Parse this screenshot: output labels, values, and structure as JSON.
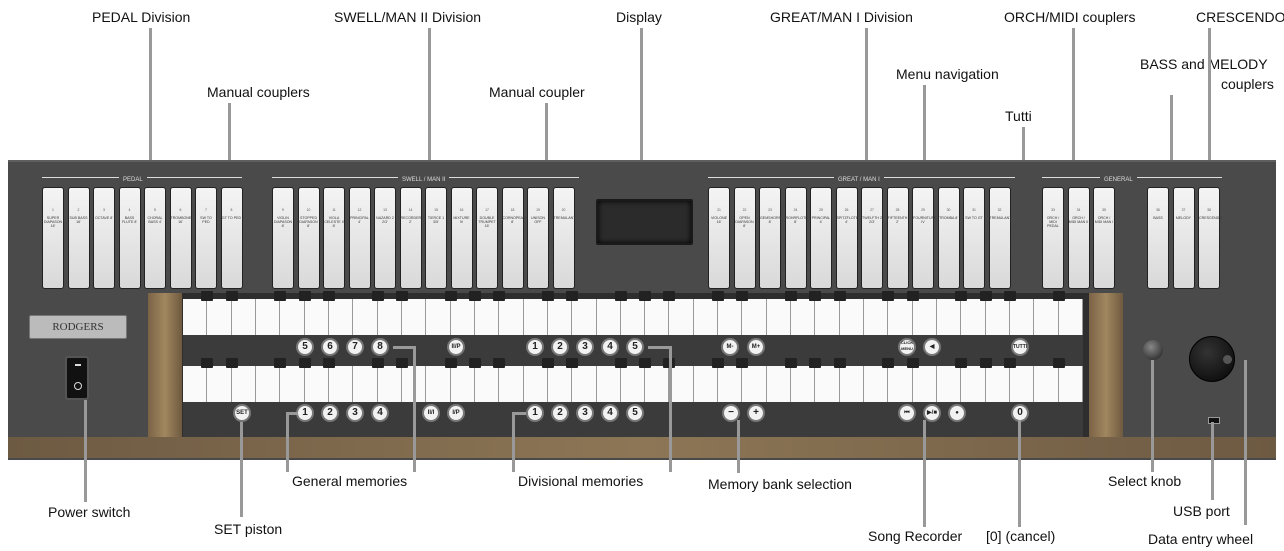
{
  "callouts": {
    "pedal_division": "PEDAL Division",
    "manual_couplers": "Manual couplers",
    "swell_division": "SWELL/MAN II Division",
    "manual_coupler": "Manual coupler",
    "display": "Display",
    "great_division": "GREAT/MAN I Division",
    "menu_navigation": "Menu navigation",
    "orch_midi": "ORCH/MIDI couplers",
    "bass_melody": "BASS and MELODY",
    "bass_melody_2": "couplers",
    "crescendo": "CRESCENDO",
    "tutti": "Tutti",
    "power_switch": "Power switch",
    "set_piston": "SET piston",
    "general_memories": "General memories",
    "divisional_memories": "Divisional memories",
    "memory_bank": "Memory bank selection",
    "song_recorder": "Song Recorder",
    "cancel": "[0] (cancel)",
    "select_knob": "Select knob",
    "usb_port": "USB port",
    "data_wheel": "Data entry wheel"
  },
  "groups": {
    "pedal": "PEDAL",
    "swell": "SWELL / MAN II",
    "great": "GREAT / MAN I",
    "general": "GENERAL"
  },
  "logo": "RODGERS",
  "tabs_pedal": [
    {
      "n": "1",
      "t": "SUPER DIAPASON 16'"
    },
    {
      "n": "2",
      "t": "SUB BASS 16'"
    },
    {
      "n": "3",
      "t": "OCTAVE 8'"
    },
    {
      "n": "4",
      "t": "BASS FLUTE 8'"
    },
    {
      "n": "5",
      "t": "CHORAL BASS 4'"
    },
    {
      "n": "6",
      "t": "TROMBONE 16'"
    },
    {
      "n": "7",
      "t": "SW TO PED"
    },
    {
      "n": "8",
      "t": "GT TO PED"
    }
  ],
  "tabs_swell": [
    {
      "n": "9",
      "t": "VIOLIN DIAPASON 8'"
    },
    {
      "n": "10",
      "t": "STOPPED DIAPASON 8'"
    },
    {
      "n": "11",
      "t": "VIOLA CELESTE II 8'"
    },
    {
      "n": "12",
      "t": "PRINCIPAL 4'"
    },
    {
      "n": "13",
      "t": "NAZARD 2 2/3'"
    },
    {
      "n": "14",
      "t": "RECORDER 2'"
    },
    {
      "n": "15",
      "t": "TIERCE 1 3/5'"
    },
    {
      "n": "16",
      "t": "MIXTURE IV"
    },
    {
      "n": "17",
      "t": "DOUBLE TRUMPET 16'"
    },
    {
      "n": "18",
      "t": "CORNOPEAN 8'"
    },
    {
      "n": "19",
      "t": "UNISON OFF"
    },
    {
      "n": "20",
      "t": "TREMULANT"
    }
  ],
  "tabs_great": [
    {
      "n": "21",
      "t": "VIOLONE 16'"
    },
    {
      "n": "22",
      "t": "OPEN DIAPASON 8'"
    },
    {
      "n": "23",
      "t": "GEMSHORN 8'"
    },
    {
      "n": "24",
      "t": "ROHRFLOTE 8'"
    },
    {
      "n": "25",
      "t": "PRINCIPAL 4'"
    },
    {
      "n": "26",
      "t": "SPITZFLOTE 4'"
    },
    {
      "n": "27",
      "t": "TWELFTH 2 2/3'"
    },
    {
      "n": "28",
      "t": "FIFTEENTH 2'"
    },
    {
      "n": "29",
      "t": "FOURNITURE IV"
    },
    {
      "n": "30",
      "t": "TROMBA 8'"
    },
    {
      "n": "31",
      "t": "SW TO GT"
    },
    {
      "n": "32",
      "t": "TREMULANT"
    }
  ],
  "tabs_orch": [
    {
      "n": "33",
      "t": "ORCH / MIDI PEDAL"
    },
    {
      "n": "34",
      "t": "ORCH / MIDI MAN II"
    },
    {
      "n": "35",
      "t": "ORCH / MIDI MAN I"
    }
  ],
  "tabs_general": [
    {
      "n": "36",
      "t": "BASS"
    },
    {
      "n": "37",
      "t": "MELODY"
    },
    {
      "n": "38",
      "t": "CRESCENDO"
    }
  ],
  "pistons_upper": {
    "p5": "5",
    "p6": "6",
    "p7": "7",
    "p8": "8",
    "iip": "II/P",
    "d1": "1",
    "d2": "2",
    "d3": "3",
    "d4": "4",
    "d5": "5",
    "mminus": "M-",
    "mplus": "M+",
    "menu": "CLICK MENU",
    "back": "◀",
    "tutti": "TUTTI"
  },
  "pistons_lower": {
    "set": "SET",
    "g1": "1",
    "g2": "2",
    "g3": "3",
    "g4": "4",
    "iii": "II/I",
    "ip": "I/P",
    "d1": "1",
    "d2": "2",
    "d3": "3",
    "d4": "4",
    "d5": "5",
    "minus": "−",
    "plus": "+",
    "prev": "⏮",
    "play": "▶/■",
    "rec": "●",
    "zero": "0"
  }
}
